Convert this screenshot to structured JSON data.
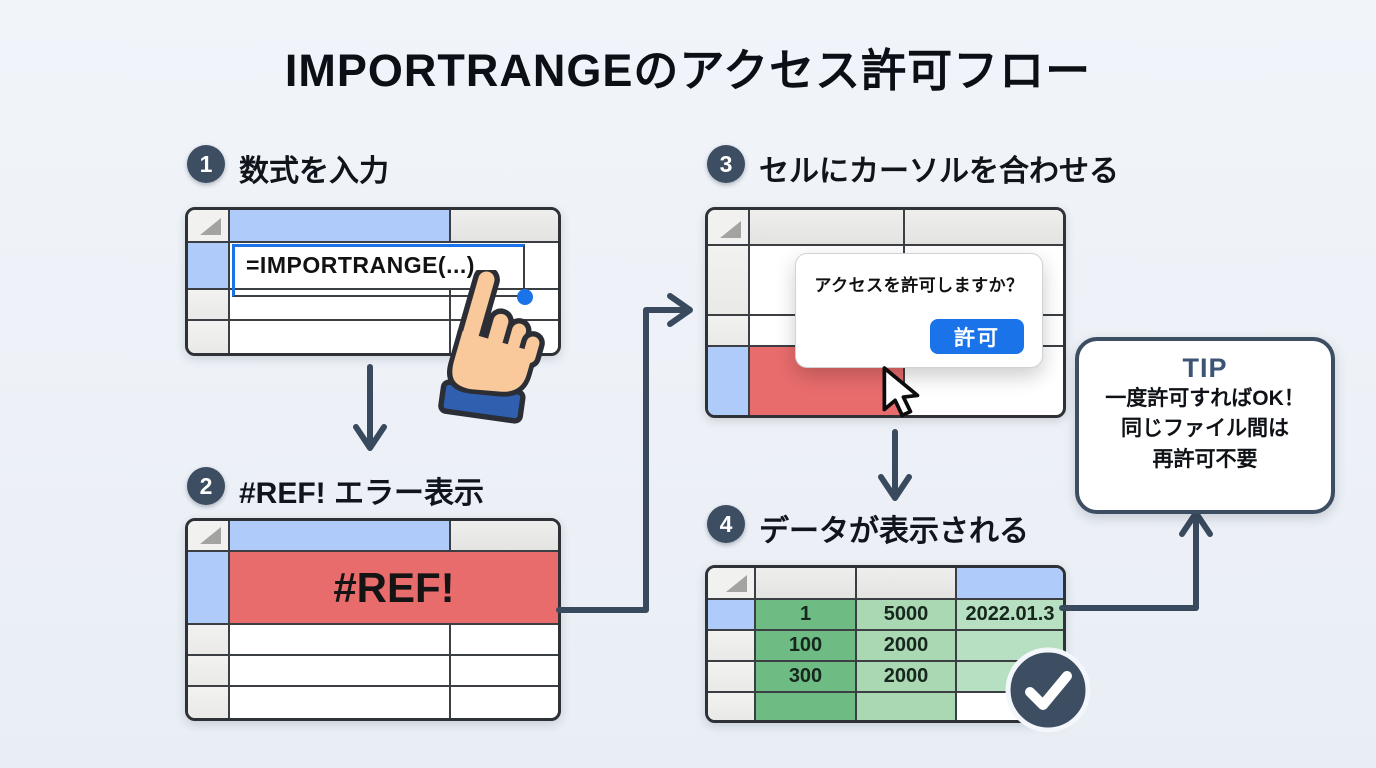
{
  "title": "IMPORTRANGEのアクセス許可フロー",
  "steps": [
    {
      "number": "1",
      "label": "数式を入力"
    },
    {
      "number": "2",
      "label": "#REF! エラー表示"
    },
    {
      "number": "3",
      "label": "セルにカーソルを合わせる"
    },
    {
      "number": "4",
      "label": "データが表示される"
    }
  ],
  "step1": {
    "formula": "=IMPORTRANGE(...)"
  },
  "step2": {
    "error_value": "#REF!"
  },
  "step3": {
    "dialog": {
      "message": "アクセスを許可しますか？",
      "allow_button": "許可"
    }
  },
  "step4": {
    "table_rows": [
      [
        "1",
        "5000",
        "2022.01.3"
      ],
      [
        "100",
        "2000",
        ""
      ],
      [
        "300",
        "2000",
        ""
      ],
      [
        "",
        "",
        ""
      ]
    ]
  },
  "tip": {
    "heading": "TIP",
    "lines": [
      "一度許可すればOK！",
      "同じファイル間は",
      "再許可不要"
    ]
  },
  "colors": {
    "navy": "#3d4d62",
    "accent_blue": "#1a73e8",
    "header_blue": "#aecbfa",
    "error_red": "#e96c6c",
    "green_dark": "#6ebc84",
    "green_mid": "#a9d8b3",
    "green_light": "#b7dfc1"
  }
}
